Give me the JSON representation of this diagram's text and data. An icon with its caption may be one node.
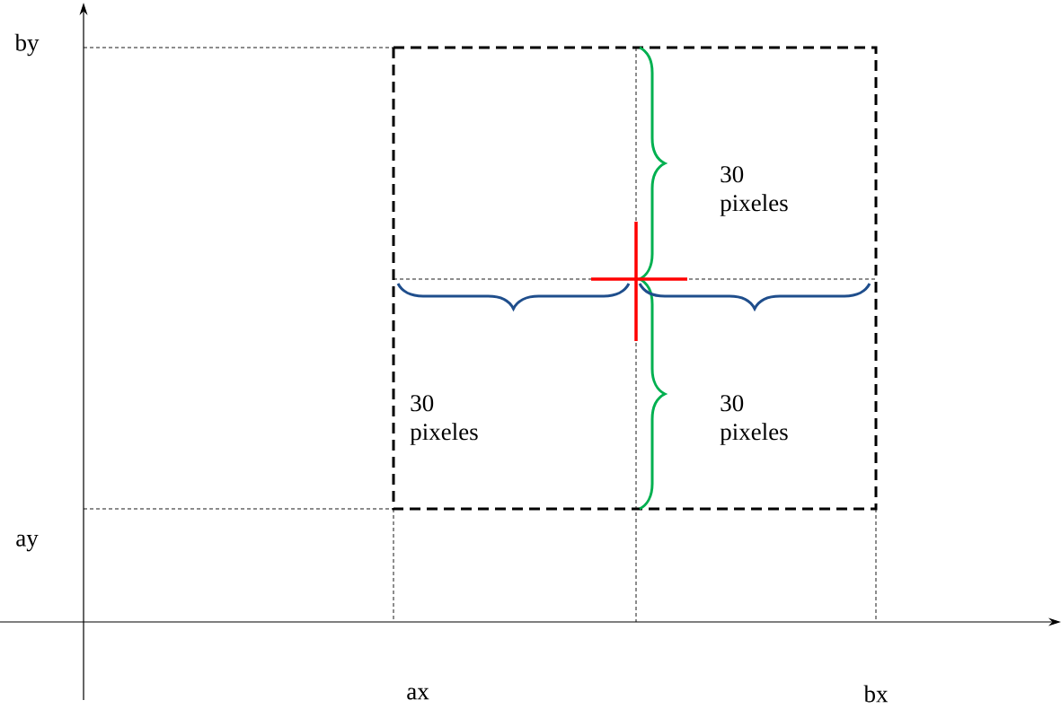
{
  "diagram": {
    "labels": [
      "by",
      "30 pixeles",
      "30 pixeles",
      "30 pixeles",
      "ay",
      "ax",
      "bx"
    ]
  }
}
